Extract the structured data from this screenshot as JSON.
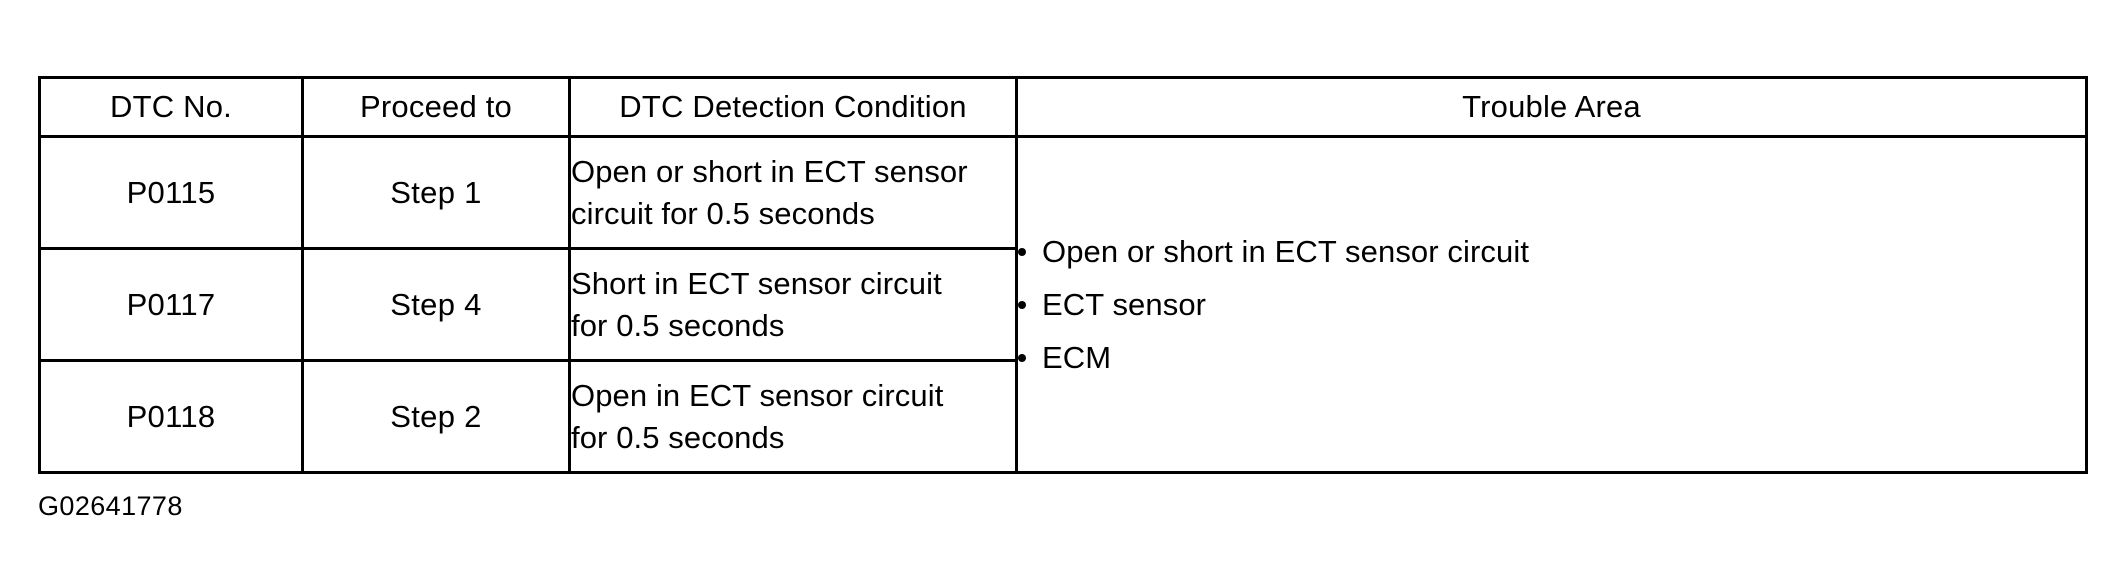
{
  "document": {
    "type": "diagnostic-trouble-code-table",
    "figure_code": "G02641778"
  },
  "colors": {
    "text": "#000000",
    "background": "#ffffff",
    "border": "#000000"
  },
  "table": {
    "headers": {
      "dtc_no": "DTC No.",
      "proceed_to": "Proceed to",
      "detection_condition": "DTC Detection Condition",
      "trouble_area": "Trouble Area"
    },
    "rows": [
      {
        "dtc_no": "P0115",
        "proceed_to": "Step 1",
        "condition_line_1": "Open or short in ECT sensor",
        "condition_line_2": "circuit for 0.5 seconds"
      },
      {
        "dtc_no": "P0117",
        "proceed_to": "Step 4",
        "condition_line_1": "Short in ECT sensor circuit",
        "condition_line_2": "for 0.5 seconds"
      },
      {
        "dtc_no": "P0118",
        "proceed_to": "Step 2",
        "condition_line_1": "Open in ECT sensor circuit",
        "condition_line_2": "for 0.5 seconds"
      }
    ],
    "trouble_area_items": [
      "Open or short in ECT sensor circuit",
      "ECT sensor",
      "ECM"
    ]
  }
}
